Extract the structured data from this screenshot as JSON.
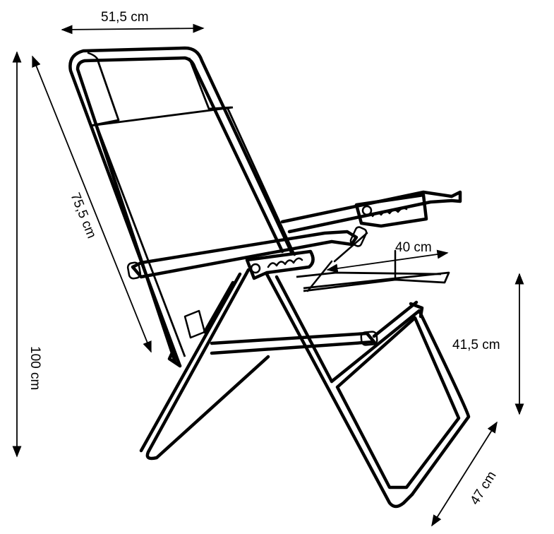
{
  "dimensions": {
    "width": "51,5 cm",
    "backrest_length": "75,5 cm",
    "total_height": "100 cm",
    "seat_depth": "40 cm",
    "seat_height": "41,5 cm",
    "leg_depth": "47 cm"
  }
}
